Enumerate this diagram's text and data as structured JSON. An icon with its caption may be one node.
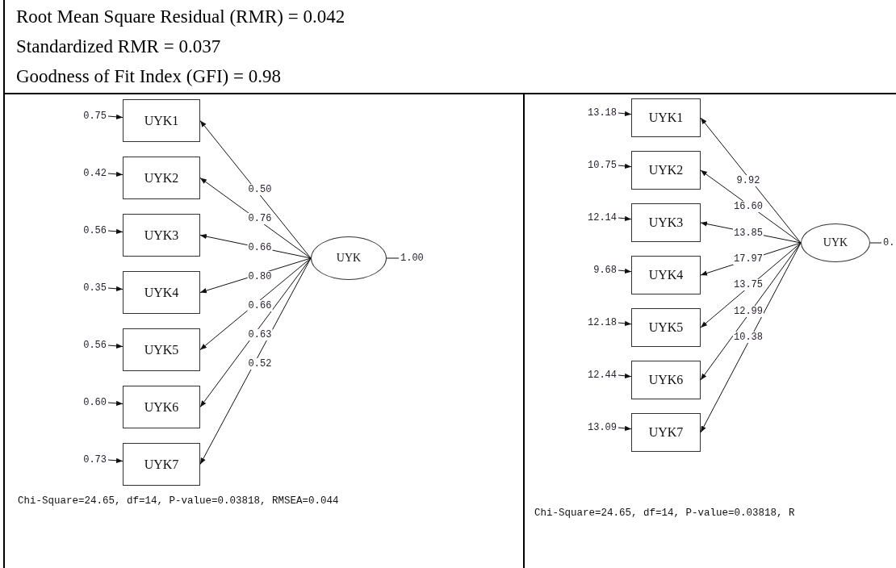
{
  "diagram": {
    "nodes": [
      {
        "text": [
          "0.75"
        ]
      },
      {
        "text": [
          "0.42"
        ]
      },
      {
        "text": [
          "0.56"
        ]
      },
      {
        "text": [
          "0.35"
        ]
      },
      {
        "text": [
          "0.56"
        ]
      },
      {
        "text": [
          "0.60"
        ]
      },
      {
        "text": [
          "0.73"
        ]
      },
      {
        "text": [
          "UYK1"
        ]
      },
      {
        "text": [
          "UYK2"
        ]
      },
      {
        "text": [
          "UYK3"
        ]
      },
      {
        "text": [
          "UYK4"
        ]
      },
      {
        "text": [
          "UYK5"
        ]
      },
      {
        "text": [
          "UYK6"
        ]
      },
      {
        "text": [
          "UYK7"
        ]
      },
      {
        "text": [
          "UYK"
        ]
      },
      {
        "text": [
          "1.00"
        ]
      },
      {
        "text": [
          "13.18"
        ]
      },
      {
        "text": [
          "10.75"
        ]
      },
      {
        "text": [
          "12.14"
        ]
      },
      {
        "text": [
          "9.68"
        ]
      },
      {
        "text": [
          "12.18"
        ]
      },
      {
        "text": [
          "12.44"
        ]
      },
      {
        "text": [
          "13.09"
        ]
      },
      {
        "text": [
          "UYK1"
        ]
      },
      {
        "text": [
          "UYK2"
        ]
      },
      {
        "text": [
          "UYK3"
        ]
      },
      {
        "text": [
          "UYK4"
        ]
      },
      {
        "text": [
          "UYK5"
        ]
      },
      {
        "text": [
          "UYK6"
        ]
      },
      {
        "text": [
          "UYK7"
        ]
      },
      {
        "text": [
          "UYK"
        ]
      },
      {
        "text": [
          "0."
        ]
      }
    ],
    "edges": [
      {
        "from": 0,
        "to": 7,
        "arrow": "to"
      },
      {
        "from": 1,
        "to": 8,
        "arrow": "to"
      },
      {
        "from": 2,
        "to": 9,
        "arrow": "to"
      },
      {
        "from": 3,
        "to": 10,
        "arrow": "to"
      },
      {
        "from": 4,
        "to": 11,
        "arrow": "to"
      },
      {
        "from": 5,
        "to": 12,
        "arrow": "to"
      },
      {
        "from": 6,
        "to": 13,
        "arrow": "to"
      },
      {
        "from": 14,
        "to": 7,
        "arrow": "to",
        "label": "0.50"
      },
      {
        "from": 14,
        "to": 8,
        "arrow": "to",
        "label": "0.76"
      },
      {
        "from": 14,
        "to": 9,
        "arrow": "to",
        "label": "0.66"
      },
      {
        "from": 14,
        "to": 10,
        "arrow": "to",
        "label": "0.80"
      },
      {
        "from": 14,
        "to": 11,
        "arrow": "to",
        "label": "0.66"
      },
      {
        "from": 14,
        "to": 12,
        "arrow": "to",
        "label": "0.63"
      },
      {
        "from": 14,
        "to": 13,
        "arrow": "to",
        "label": "0.52"
      },
      {
        "from": 15,
        "to": 14,
        "arrow": "none"
      },
      {
        "from": 16,
        "to": 23,
        "arrow": "to"
      },
      {
        "from": 17,
        "to": 24,
        "arrow": "to"
      },
      {
        "from": 18,
        "to": 25,
        "arrow": "to"
      },
      {
        "from": 19,
        "to": 26,
        "arrow": "to"
      },
      {
        "from": 20,
        "to": 27,
        "arrow": "to"
      },
      {
        "from": 21,
        "to": 28,
        "arrow": "to"
      },
      {
        "from": 22,
        "to": 29,
        "arrow": "to"
      },
      {
        "from": 30,
        "to": 23,
        "arrow": "to",
        "label": "9.92"
      },
      {
        "from": 30,
        "to": 24,
        "arrow": "to",
        "label": "16.60"
      },
      {
        "from": 30,
        "to": 25,
        "arrow": "to",
        "label": "13.85"
      },
      {
        "from": 30,
        "to": 26,
        "arrow": "to",
        "label": "17.97"
      },
      {
        "from": 30,
        "to": 27,
        "arrow": "to",
        "label": "13.75"
      },
      {
        "from": 30,
        "to": 28,
        "arrow": "to",
        "label": "12.99"
      },
      {
        "from": 30,
        "to": 29,
        "arrow": "to",
        "label": "10.38"
      },
      {
        "from": 31,
        "to": 30,
        "arrow": "none"
      }
    ],
    "labels": [
      "Root Mean Square Residual (RMR) = 0.042",
      "Standardized RMR = 0.037",
      "Goodness of Fit Index (GFI) = 0.98",
      "Chi-Square=24.65, df=14, P-value=0.03818, RMSEA=0.044",
      "Chi-Square=24.65, df=14, P-value=0.03818, R"
    ]
  }
}
